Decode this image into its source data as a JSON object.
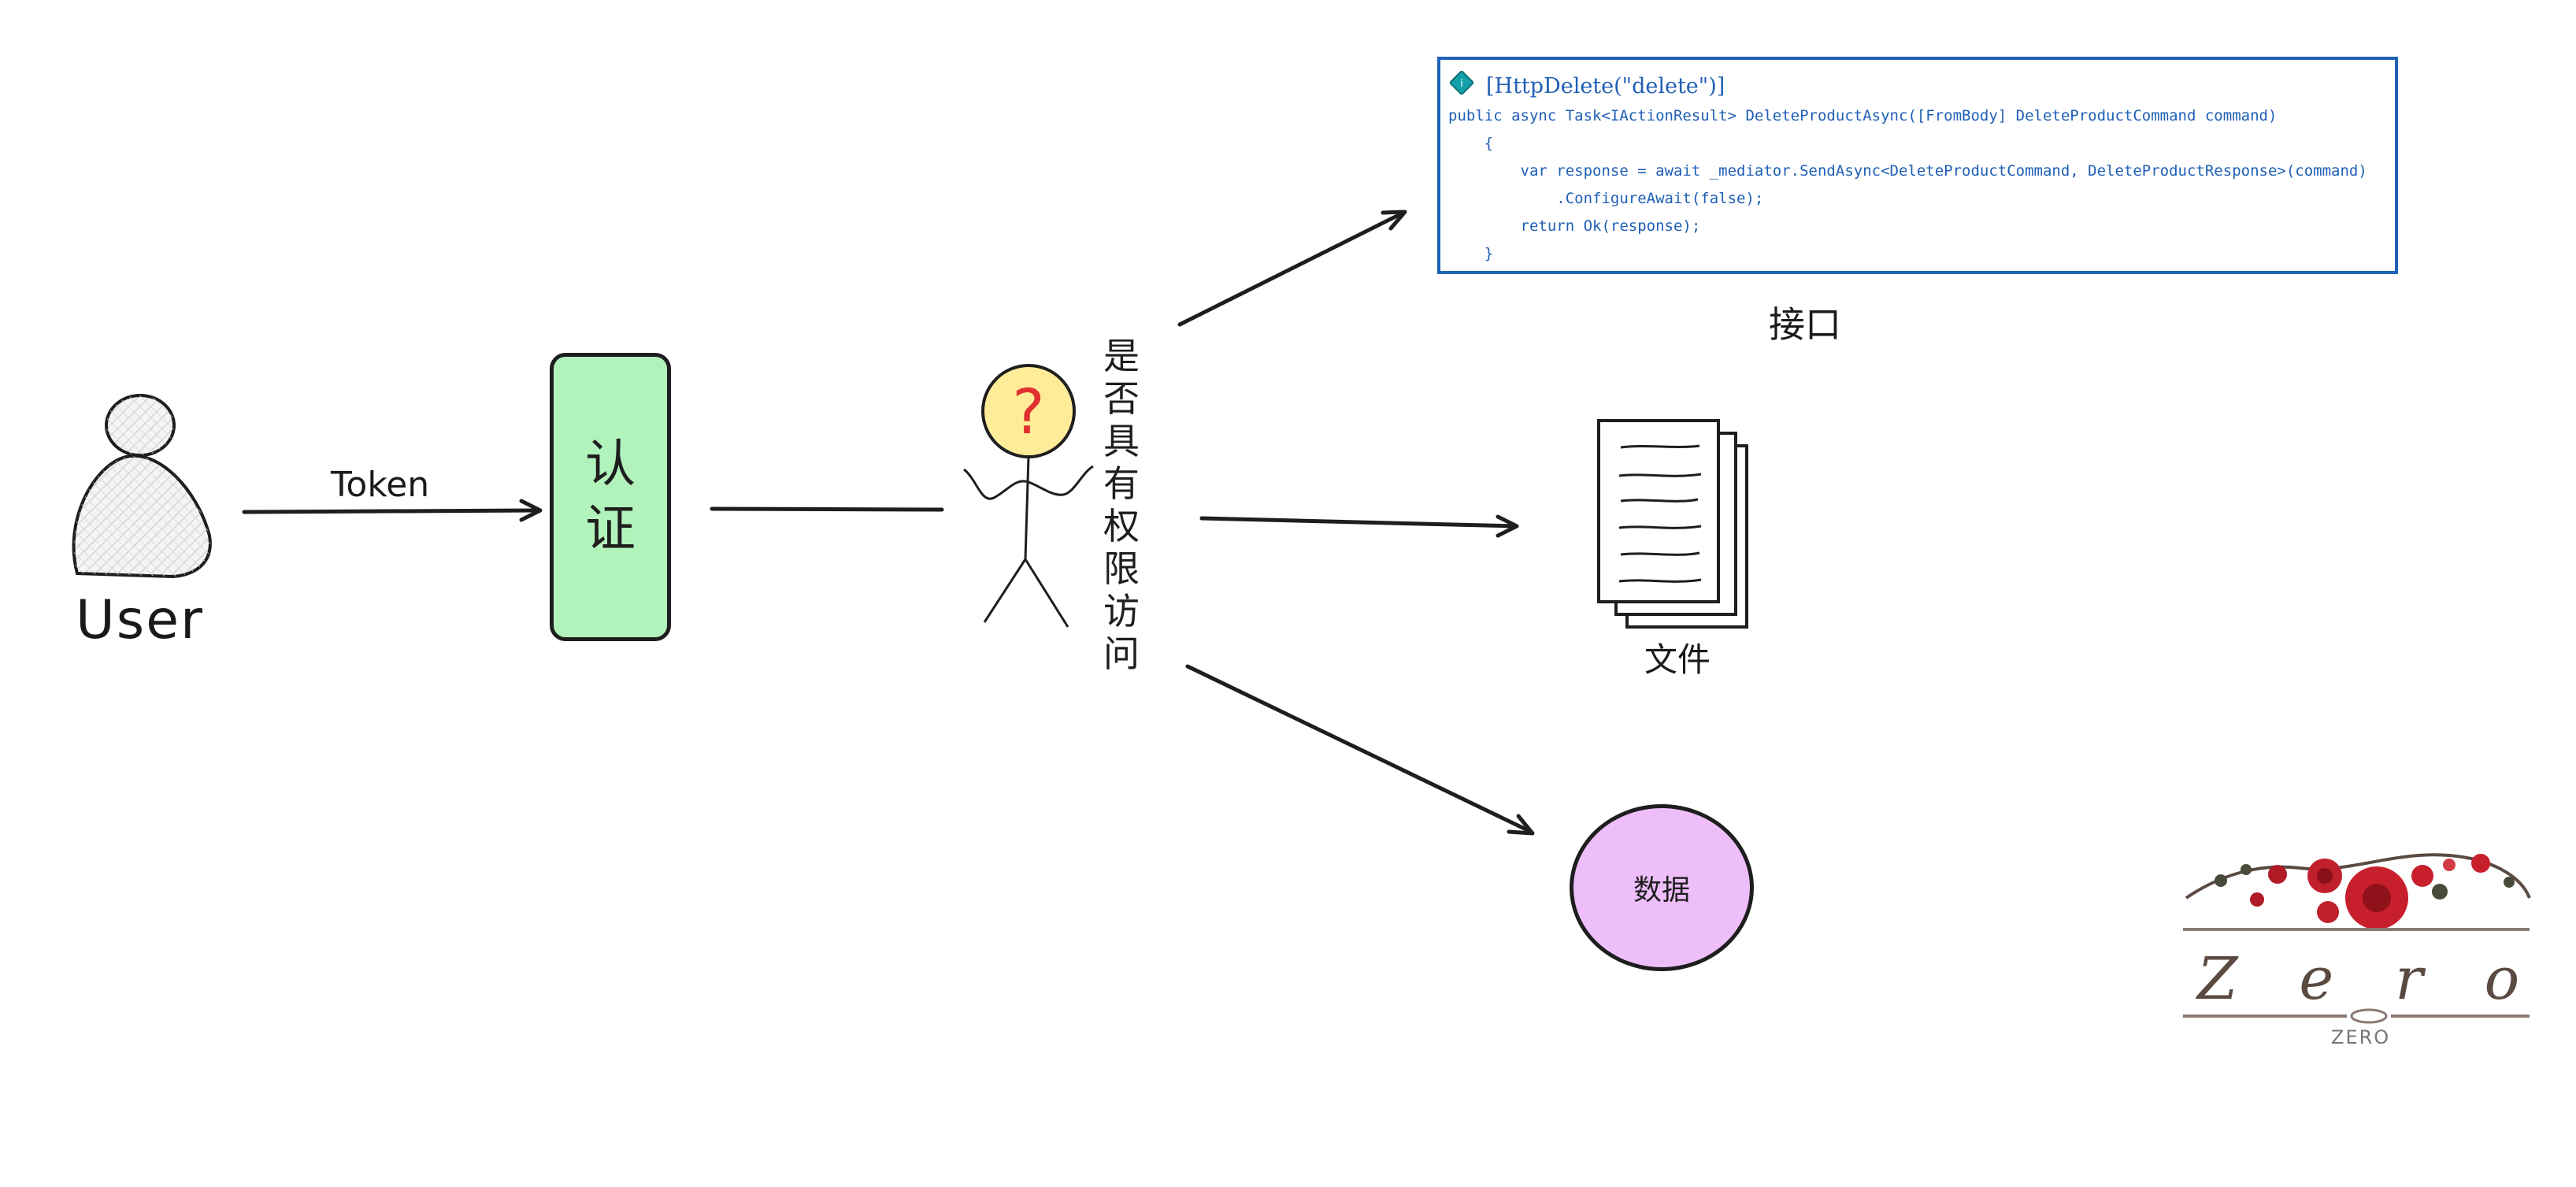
{
  "user": {
    "label": "User"
  },
  "arrow_token": {
    "label": "Token"
  },
  "auth": {
    "label": "认证"
  },
  "question": {
    "mark": "?",
    "label": "是否具有权限访问"
  },
  "api": {
    "code_lines": [
      "[HttpDelete(\"delete\")]",
      "public async Task<IActionResult> DeleteProductAsync([FromBody] DeleteProductCommand command)",
      "    {",
      "        var response = await _mediator.SendAsync<DeleteProductCommand, DeleteProductResponse>(command)",
      "            .ConfigureAwait(false);",
      "        return Ok(response);",
      "    }"
    ],
    "label": "接口"
  },
  "file": {
    "label": "文件"
  },
  "data": {
    "label": "数据"
  },
  "logo": {
    "word": "Zero",
    "sub": "ZERO"
  },
  "colors": {
    "auth_fill": "#b2f2bb",
    "data_fill": "#eebefa",
    "head_fill": "#ffec99",
    "question_mark": "#e03131",
    "code_text": "#1f5fb5",
    "stroke": "#1e1e1e"
  }
}
